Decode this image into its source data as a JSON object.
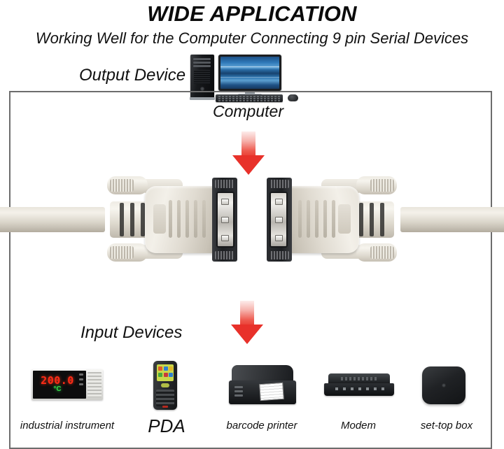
{
  "header": {
    "title": "WIDE APPLICATION",
    "subtitle": "Working Well for the Computer Connecting 9 pin Serial Devices"
  },
  "diagram": {
    "output_label": "Output Device",
    "computer_caption": "Computer",
    "input_label": "Input Devices",
    "arrow_down_icon": "arrow-down-icon",
    "cable_icon": "serial-cable-icon",
    "connector_left_icon": "db9-male-connector-icon",
    "connector_right_icon": "db9-female-connector-icon",
    "instrument_reading": "200.0",
    "instrument_unit": "°C"
  },
  "devices": [
    {
      "label": "industrial instrument",
      "icon": "industrial-instrument-icon"
    },
    {
      "label": "PDA",
      "icon": "pda-icon"
    },
    {
      "label": "barcode printer",
      "icon": "barcode-printer-icon"
    },
    {
      "label": "Modem",
      "icon": "modem-icon"
    },
    {
      "label": "set-top box",
      "icon": "set-top-box-icon"
    }
  ],
  "colors": {
    "arrow_red": "#e8312a",
    "frame_grey": "#6d6d6d",
    "connector_beige": "#e0dbd1",
    "led_red": "#ff2b16",
    "led_green": "#36e04a",
    "screen_blue": "#2f79b8"
  }
}
